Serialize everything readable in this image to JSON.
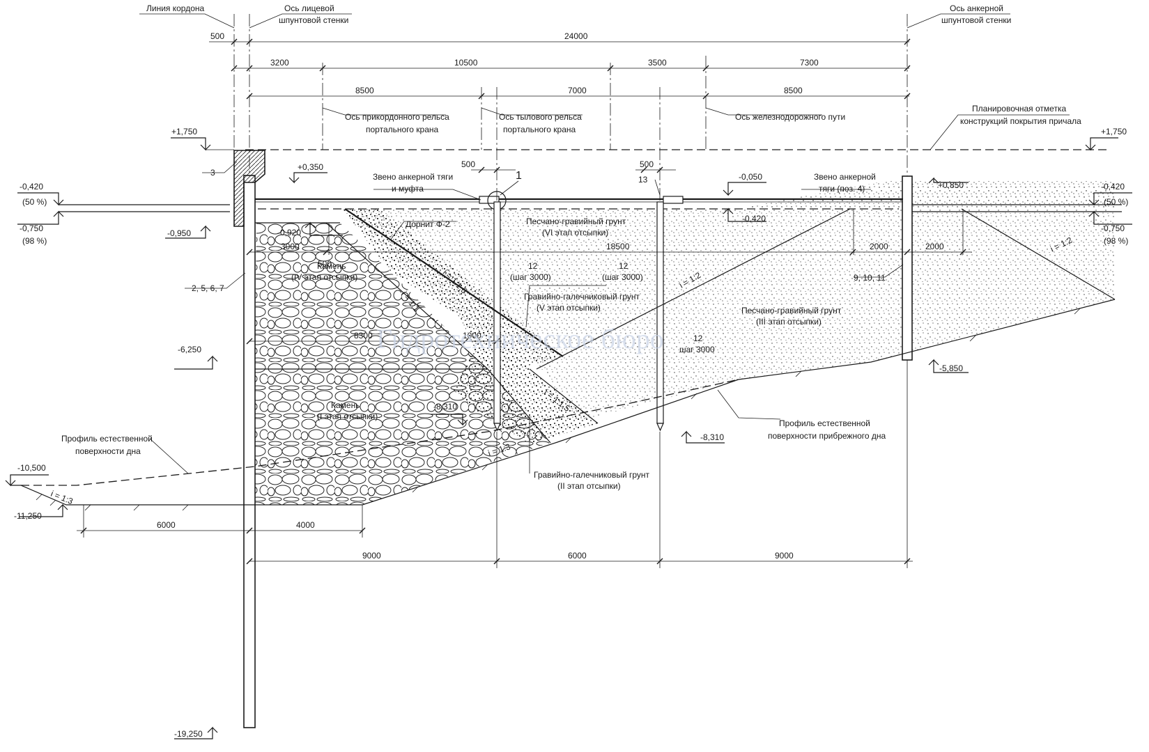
{
  "callouts": {
    "cordon_line": "Линия кордона",
    "face_wall_axis": [
      "Ось лицевой",
      "шпунтовой стенки"
    ],
    "anchor_wall_axis": [
      "Ось анкерной",
      "шпунтовой стенки"
    ],
    "rail_front": [
      "Ось прикордонного рельса",
      "портального крана"
    ],
    "rail_rear": [
      "Ось тылового рельса",
      "портального крана"
    ],
    "railway": "Ось железнодорожного пути",
    "planning_mark": [
      "Планировочная отметка",
      "конструкций покрытия причала"
    ],
    "anchor_link_coupling": [
      "Звено анкерной тяги",
      "и муфта"
    ],
    "anchor_link_pos4": [
      "Звено анкерной",
      "тяги (поз. 4)"
    ],
    "dornit": "Дорнит Ф-2",
    "natural_bottom": [
      "Профиль естественной",
      "поверхности дна"
    ],
    "natural_shore_bottom": [
      "Профиль естественной",
      "поверхности прибрежного дна"
    ]
  },
  "soils": {
    "sand_gravel_vi": [
      "Песчано-гравийный грунт",
      "(VI этап отсыпки)"
    ],
    "stone_iv": [
      "Камень",
      "(IV этап отсыпки)"
    ],
    "gravel_pebble_v": [
      "Гравийно-галечниковый грунт",
      "(V этап отсыпки)"
    ],
    "sand_gravel_iii": [
      "Песчано-гравийный грунт",
      "(III этап отсыпки)"
    ],
    "stone_i": [
      "Камень",
      "(I этап отсыпки)"
    ],
    "gravel_pebble_ii": [
      "Гравийно-галечниковый грунт",
      "(II этап отсыпки)"
    ]
  },
  "dimensions_top": {
    "d500": "500",
    "d24000": "24000",
    "d3200": "3200",
    "d10500": "10500",
    "d3500": "3500",
    "d7300": "7300",
    "d8500a": "8500",
    "d7000": "7000",
    "d8500b": "8500",
    "d500_pile1": "500",
    "d500_pile2": "500"
  },
  "dimensions_inner": {
    "d3000": "3000",
    "d500": "500",
    "d18500": "18500",
    "d2000a": "2000",
    "d2000b": "2000",
    "d8300": "8300",
    "d1000": "1000"
  },
  "dimensions_bottom": {
    "d6000a": "6000",
    "d4000": "4000",
    "d9000a": "9000",
    "d6000b": "6000",
    "d9000b": "9000"
  },
  "elevations": {
    "left_top": "+1,750",
    "right_top": "+1,750",
    "left_w1": "-0,420",
    "left_w1_pct": "(50 %)",
    "left_w2": "-0,750",
    "left_w2_pct": "(98 %)",
    "right_w1": "-0,420",
    "right_w1_pct": "(50 %)",
    "right_w2": "-0,750",
    "right_w2_pct": "(98 %)",
    "cap": "+0,350",
    "tie_mid": "-0,050",
    "anchor_top": "+0,850",
    "wall_bottom_cap": "-0,950",
    "stone_top": "-0,920",
    "tie_low": "-0,420",
    "level_6250": "-6,250",
    "anchor_bottom": "-5,850",
    "pile_bottom_left": "-8,310",
    "pile_bottom_right": "-8,310",
    "seabed_left": "-10,500",
    "seabed_base": "-11,250",
    "wall_toe": "-19,250"
  },
  "slopes": {
    "s1": "i = 1:1,5",
    "s2": "i = 1:1",
    "s3": "i = 1:2",
    "s4": "i = 1:1,5",
    "s5": "i = 1:3",
    "s6": "i = 1:3",
    "s7": "i = 1:2"
  },
  "positions": {
    "p3": "3",
    "p2567": "2, 5, 6, 7",
    "p1": "1",
    "p13": "13",
    "p91011": "9, 10, 11",
    "pile_a": [
      "12",
      "(шаг 3000)"
    ],
    "pile_b": [
      "12",
      "(шаг 3000)"
    ],
    "pile_c": [
      "12",
      "шаг 3000"
    ]
  },
  "watermark": "Гидротехническое бюро"
}
